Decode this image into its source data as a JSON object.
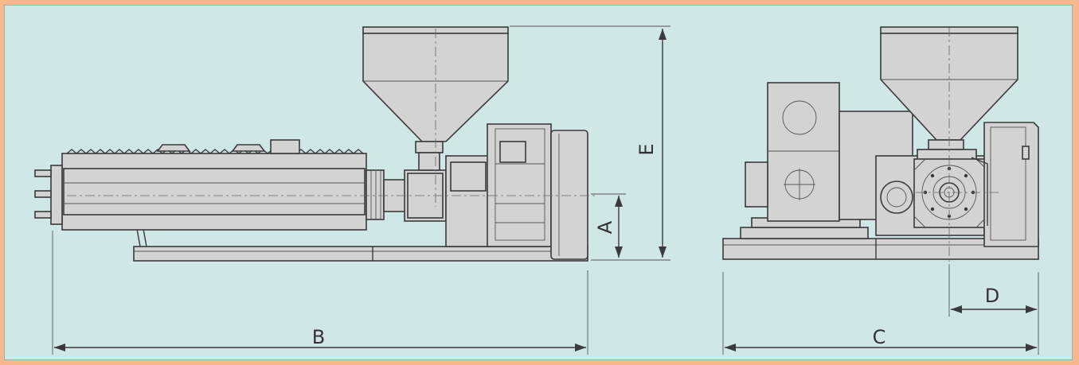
{
  "diagram": {
    "labels": {
      "A": "A",
      "B": "B",
      "C": "C",
      "D": "D",
      "E": "E"
    },
    "colors": {
      "frame": "#f6b98f",
      "panel": "#cfe8e6",
      "machine": "#d3d3d3",
      "line": "#3a3a3a"
    }
  }
}
